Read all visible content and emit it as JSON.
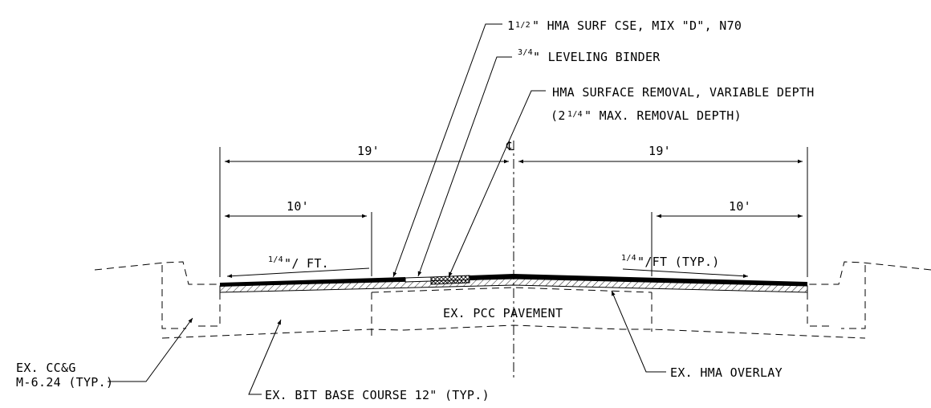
{
  "callouts": {
    "surface_course": {
      "prefix": "1",
      "fraction": "1/2",
      "suffix": "\" HMA SURF CSE, MIX \"D\", N70"
    },
    "leveling_binder": {
      "fraction": "3/4",
      "suffix": "\" LEVELING BINDER"
    },
    "surface_removal": {
      "line1": "HMA SURFACE REMOVAL, VARIABLE DEPTH",
      "line2_prefix": "(2",
      "line2_fraction": "1/4",
      "line2_suffix": "\" MAX. REMOVAL DEPTH)"
    },
    "ex_ccg": {
      "line1": "EX. CC&G",
      "line2": "M-6.24 (TYP.)"
    },
    "ex_bit_base": "EX. BIT BASE COURSE 12\" (TYP.)",
    "ex_hma_overlay": "EX. HMA OVERLAY",
    "ex_pcc": "EX. PCC PAVEMENT"
  },
  "dimensions": {
    "left_half": "19'",
    "right_half": "19'",
    "left_lane": "10'",
    "right_lane": "10'"
  },
  "centerline_symbol": "℄",
  "slopes": {
    "left": {
      "fraction": "1/4",
      "suffix": "\"/ FT."
    },
    "right": {
      "fraction": "1/4",
      "suffix": "\"/FT (TYP.)"
    }
  }
}
